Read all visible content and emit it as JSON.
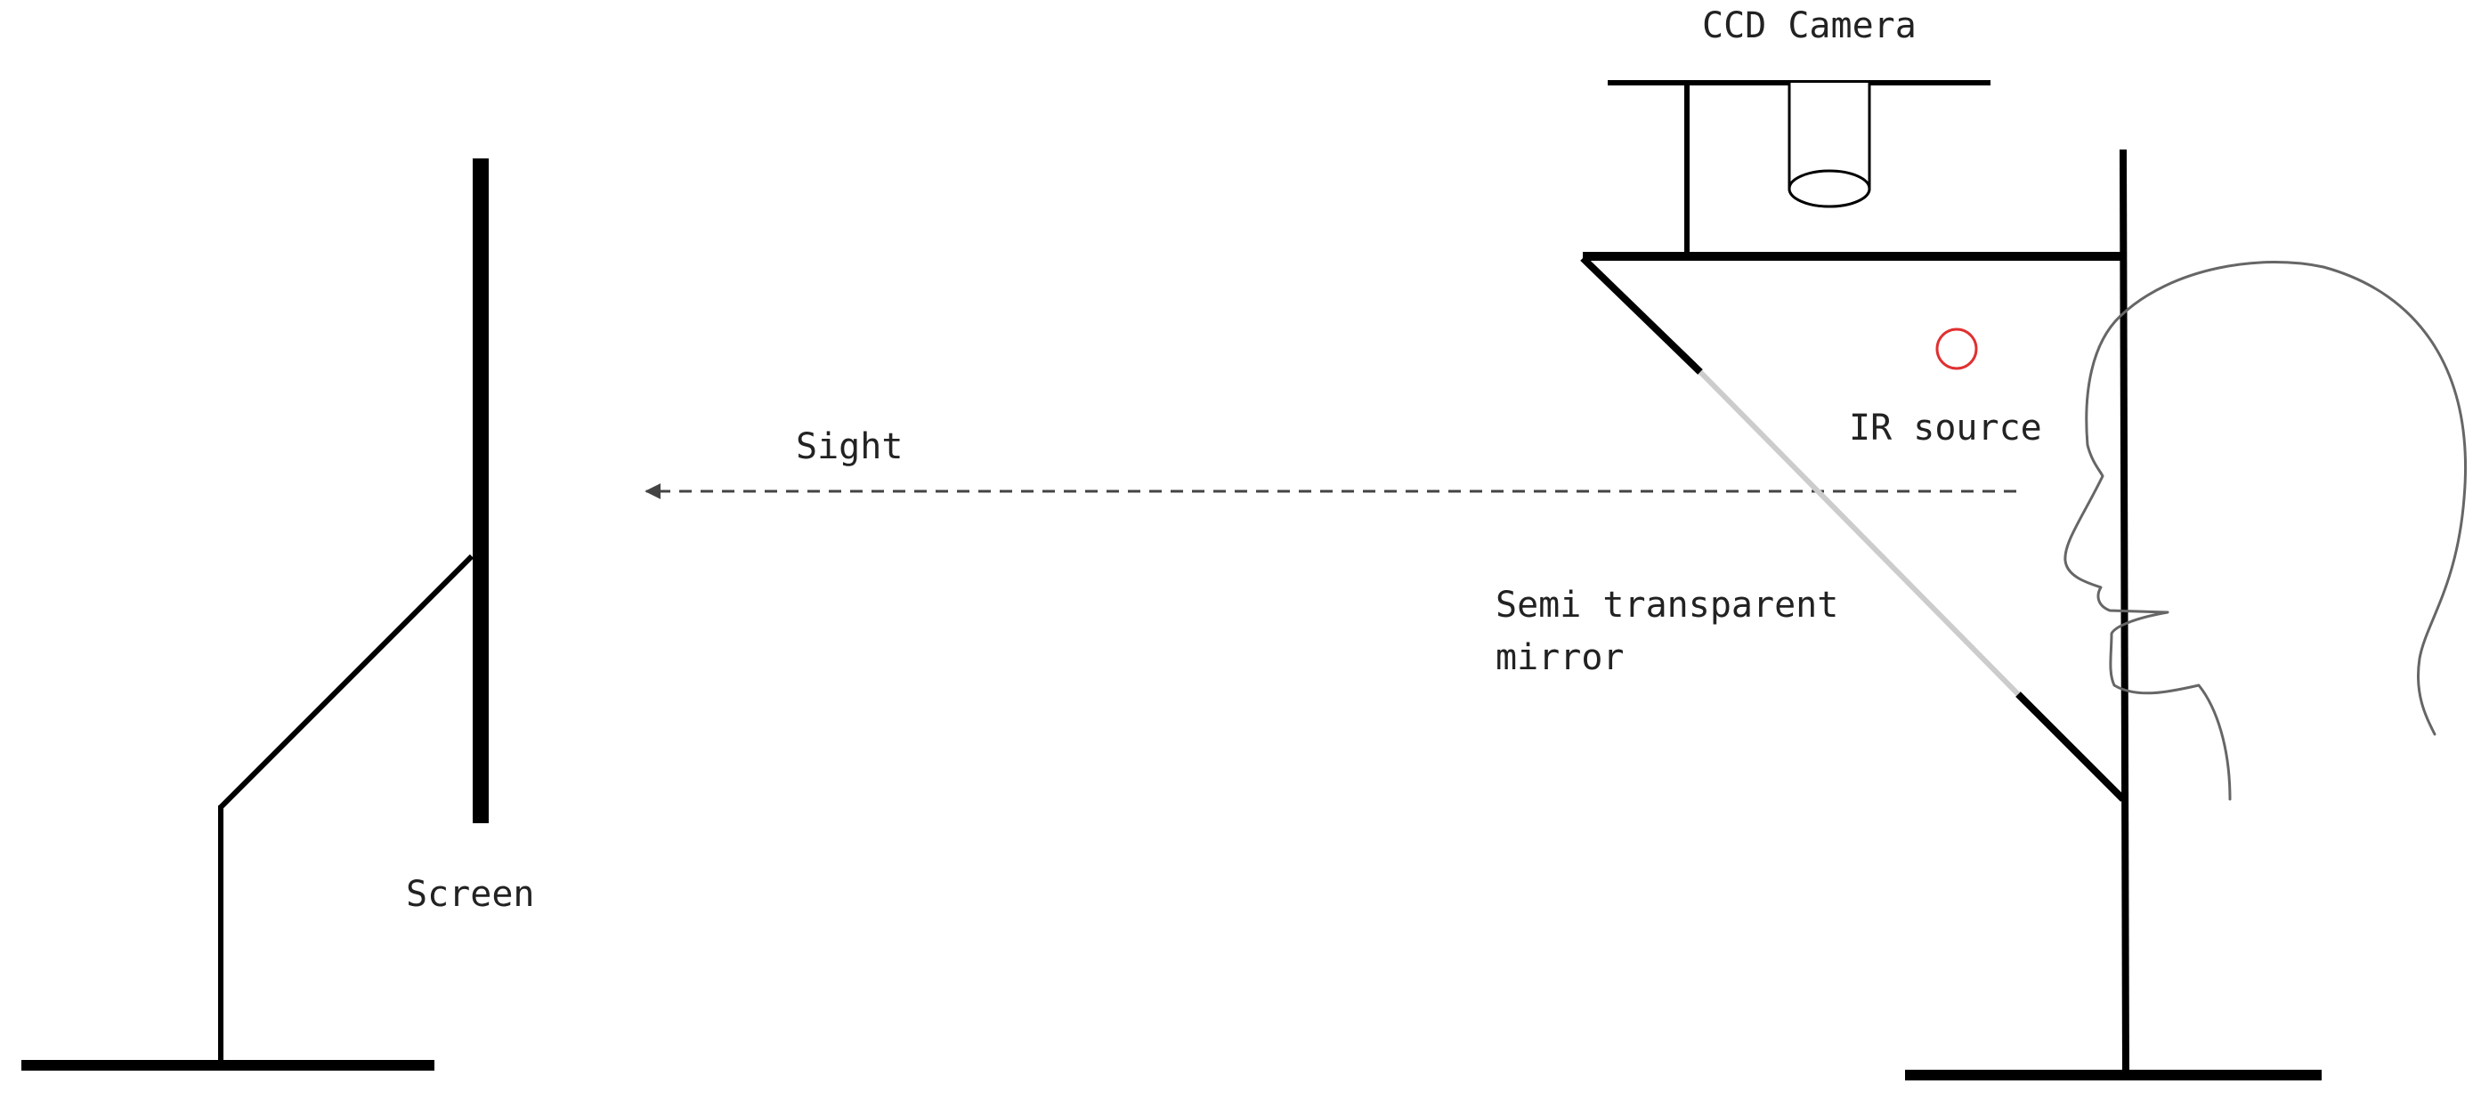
{
  "labels": {
    "camera": "CCD Camera",
    "ir_source": "IR source",
    "sight": "Sight",
    "mirror_line1": "Semi transparent",
    "mirror_line2": "mirror",
    "screen": "Screen"
  },
  "colors": {
    "stroke": "#000000",
    "mirror_glass": "#cccccc",
    "ir_source": "#e03030",
    "sight_line": "#444444",
    "head_outline": "#666666",
    "text": "#222222"
  }
}
